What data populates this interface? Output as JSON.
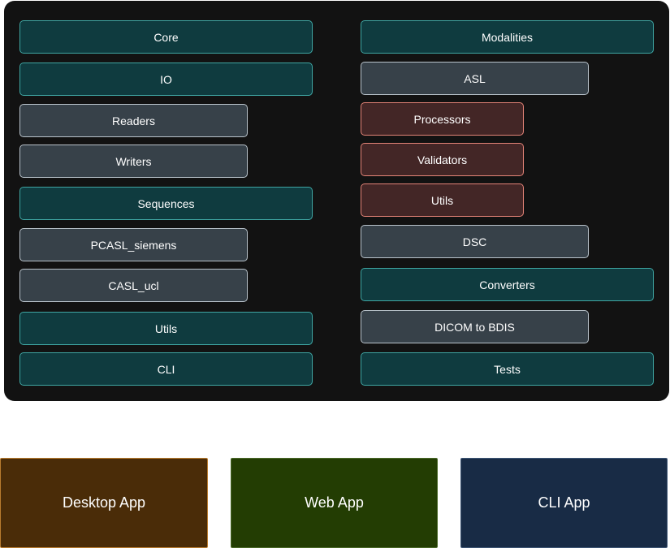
{
  "left_column": {
    "core": "Core",
    "io": "IO",
    "readers": "Readers",
    "writers": "Writers",
    "sequences": "Sequences",
    "pcasl_siemens": "PCASL_siemens",
    "casl_ucl": "CASL_ucl",
    "utils": "Utils",
    "cli": "CLI"
  },
  "right_column": {
    "modalities": "Modalities",
    "asl": "ASL",
    "processors": "Processors",
    "validators": "Validators",
    "asl_utils": "Utils",
    "dsc": "DSC",
    "converters": "Converters",
    "dicom_to_bdis": "DICOM to BDIS",
    "tests": "Tests"
  },
  "apps": {
    "desktop": "Desktop App",
    "web": "Web App",
    "cli": "CLI App"
  },
  "colors": {
    "panel_background": "#121212",
    "teal_fill": "#0f3b3f",
    "teal_border": "#3fa6a3",
    "slate_fill": "#374149",
    "slate_border": "#b9c3cb",
    "maroon_fill": "#432626",
    "maroon_border": "#e38377",
    "desktop_app_fill": "#4a2c08",
    "web_app_fill": "#233d03",
    "cli_app_fill": "#182b45"
  }
}
